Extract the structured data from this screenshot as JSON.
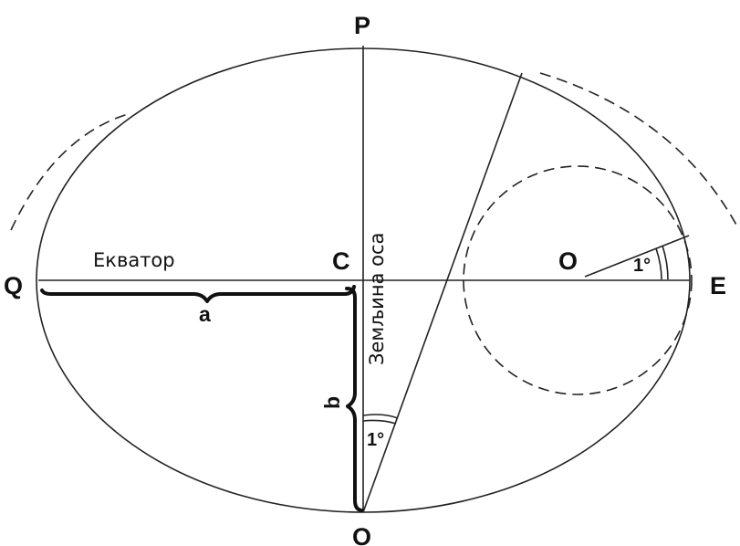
{
  "labels": {
    "pole_top": "P",
    "pole_bottom": "O",
    "equator_left": "Q",
    "equator_right": "E",
    "center": "C",
    "circle_center": "O",
    "equator_name": "Екватор",
    "axis_name": "Земљина оса",
    "semi_major": "a",
    "semi_minor": "b",
    "angle_bottom": "1°",
    "angle_right": "1°"
  }
}
